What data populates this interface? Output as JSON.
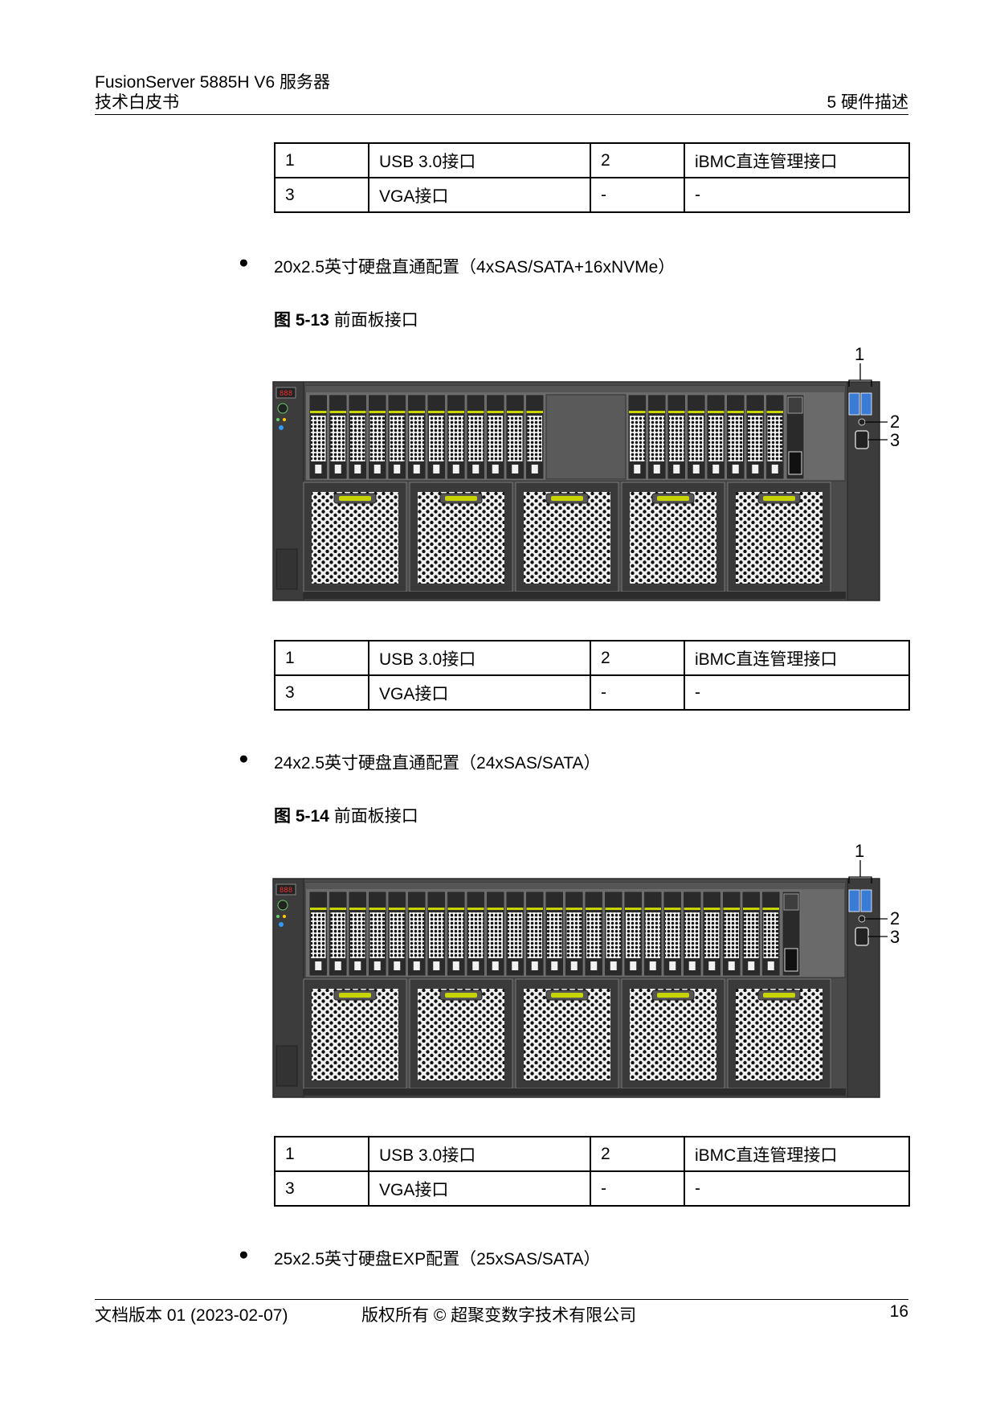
{
  "header": {
    "product": "FusionServer 5885H V6 服务器",
    "doc_type": "技术白皮书",
    "chapter": "5 硬件描述"
  },
  "tables": [
    {
      "rows": [
        [
          "1",
          "USB 3.0接口",
          "2",
          "iBMC直连管理接口"
        ],
        [
          "3",
          "VGA接口",
          "-",
          "-"
        ]
      ]
    },
    {
      "rows": [
        [
          "1",
          "USB 3.0接口",
          "2",
          "iBMC直连管理接口"
        ],
        [
          "3",
          "VGA接口",
          "-",
          "-"
        ]
      ]
    },
    {
      "rows": [
        [
          "1",
          "USB 3.0接口",
          "2",
          "iBMC直连管理接口"
        ],
        [
          "3",
          "VGA接口",
          "-",
          "-"
        ]
      ]
    }
  ],
  "bullets": [
    {
      "symbol": "●",
      "text": "20x2.5英寸硬盘直通配置（4xSAS/SATA+16xNVMe）"
    },
    {
      "symbol": "●",
      "text": "24x2.5英寸硬盘直通配置（24xSAS/SATA）"
    },
    {
      "symbol": "●",
      "text": "25x2.5英寸硬盘EXP配置（25xSAS/SATA）"
    }
  ],
  "figures": [
    {
      "label": "图 5-13",
      "title": "前面板接口",
      "callouts": [
        "1",
        "2",
        "3"
      ],
      "drive_layout": "12 + blank + 8 + 1 small"
    },
    {
      "label": "图 5-14",
      "title": "前面板接口",
      "callouts": [
        "1",
        "2",
        "3"
      ],
      "drive_layout": "24 + 1 small"
    }
  ],
  "footer": {
    "version": "文档版本 01 (2023-02-07)",
    "copyright": "版权所有 © 超聚变数字技术有限公司",
    "page": "16"
  }
}
